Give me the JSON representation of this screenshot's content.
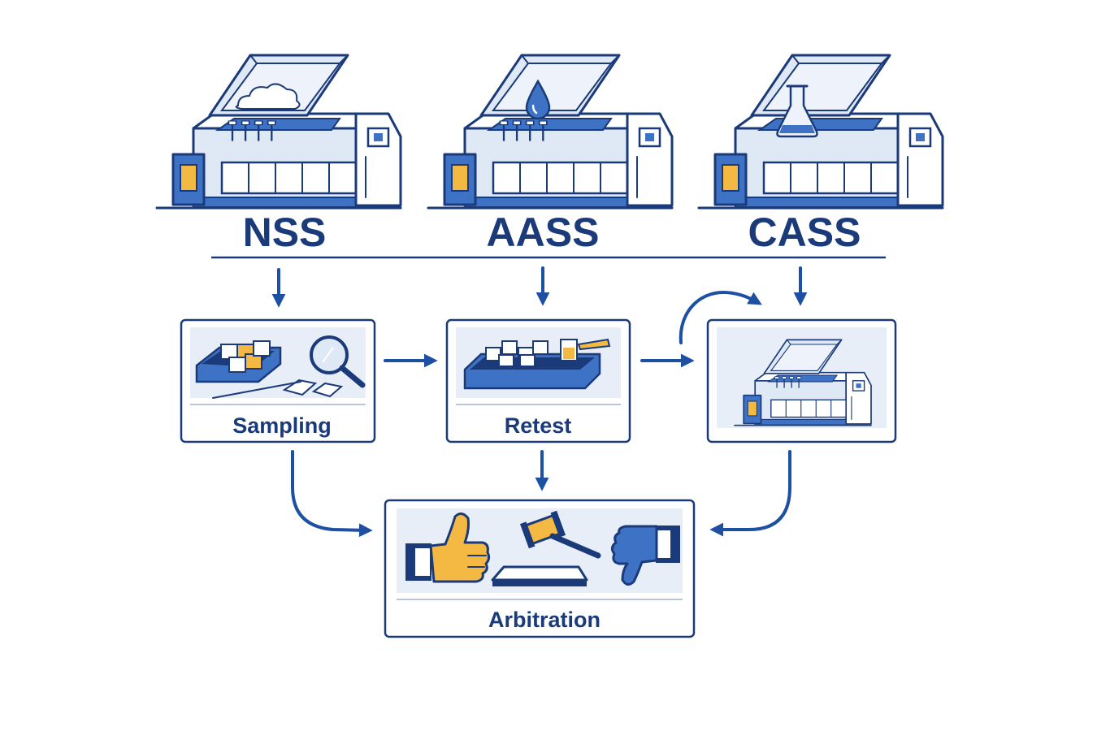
{
  "chambers": [
    {
      "label": "NSS",
      "icon": "cloud-icon"
    },
    {
      "label": "AASS",
      "icon": "water-drop-icon"
    },
    {
      "label": "CASS",
      "icon": "flask-icon"
    }
  ],
  "steps": {
    "sampling": {
      "label": "Sampling",
      "icon": "magnifier-icon"
    },
    "retest": {
      "label": "Retest"
    },
    "chamber_step": {
      "label": "",
      "icon": "test-chamber-icon"
    },
    "arbitration": {
      "label": "Arbitration",
      "icons": [
        "thumbs-up-icon",
        "gavel-icon",
        "thumbs-down-icon"
      ]
    }
  },
  "colors": {
    "navy": "#1b3a7a",
    "blue": "#1d4fa3",
    "mid_blue": "#3d72c4",
    "light_blue": "#dfe8f5",
    "panel_bg": "#e8eef7",
    "accent_yellow": "#f4b942"
  }
}
